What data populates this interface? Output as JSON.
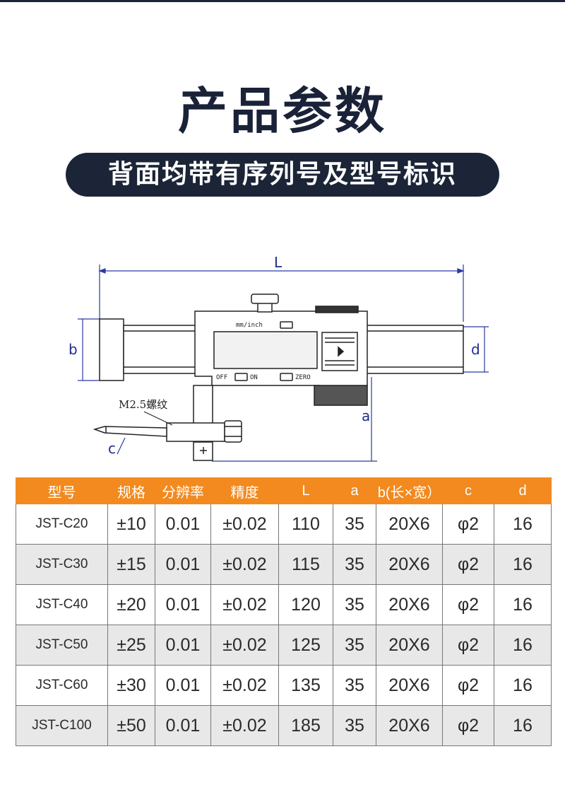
{
  "page": {
    "title": "产品参数",
    "banner": "背面均带有序列号及型号标识"
  },
  "diagram": {
    "dimensions": {
      "L": "L",
      "a": "a",
      "b": "b",
      "c": "c",
      "d": "d"
    },
    "thread_label": "M2.5螺纹",
    "lcd": {
      "unit_label": "mm/inch",
      "off_label": "OFF",
      "on_label": "ON",
      "zero_label": "ZERO"
    },
    "colors": {
      "dimension_lines": "#2a3aa0",
      "outline": "#222222"
    }
  },
  "table": {
    "header_color": "#f28a1f",
    "headers": [
      "型号",
      "规格",
      "分辨率",
      "精度",
      "L",
      "a",
      "b(长×宽）",
      "c",
      "d"
    ],
    "rows": [
      [
        "JST-C20",
        "±10",
        "0.01",
        "±0.02",
        "110",
        "35",
        "20X6",
        "φ2",
        "16"
      ],
      [
        "JST-C30",
        "±15",
        "0.01",
        "±0.02",
        "115",
        "35",
        "20X6",
        "φ2",
        "16"
      ],
      [
        "JST-C40",
        "±20",
        "0.01",
        "±0.02",
        "120",
        "35",
        "20X6",
        "φ2",
        "16"
      ],
      [
        "JST-C50",
        "±25",
        "0.01",
        "±0.02",
        "125",
        "35",
        "20X6",
        "φ2",
        "16"
      ],
      [
        "JST-C60",
        "±30",
        "0.01",
        "±0.02",
        "135",
        "35",
        "20X6",
        "φ2",
        "16"
      ],
      [
        "JST-C100",
        "±50",
        "0.01",
        "±0.02",
        "185",
        "35",
        "20X6",
        "φ2",
        "16"
      ]
    ]
  }
}
